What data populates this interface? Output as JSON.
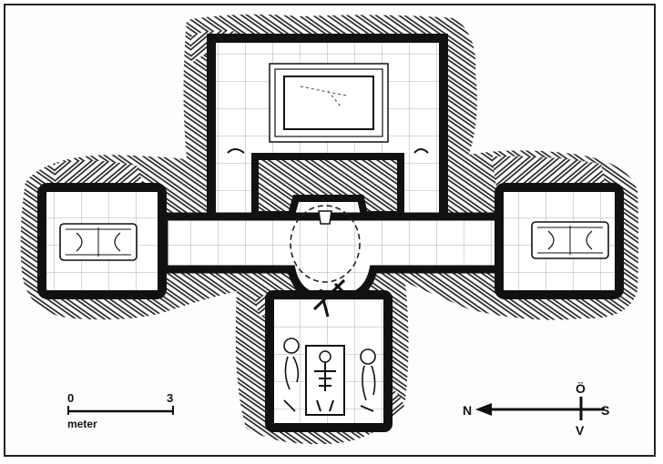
{
  "scale": {
    "start": "0",
    "end": "3",
    "unit": "meter"
  },
  "compass": {
    "north": "N",
    "east": "Ö",
    "south": "S",
    "west": "V"
  },
  "colors": {
    "ink": "#111111",
    "paper": "#fdfdfb",
    "hatch": "#1a1a1a"
  },
  "rooms": [
    "top-chamber",
    "west-chamber",
    "east-chamber",
    "central-passage",
    "south-chamber"
  ],
  "icons": [
    "sarcophagus-icon",
    "coffin-icon",
    "skeleton-icon",
    "sword-icon",
    "pit-icon"
  ]
}
